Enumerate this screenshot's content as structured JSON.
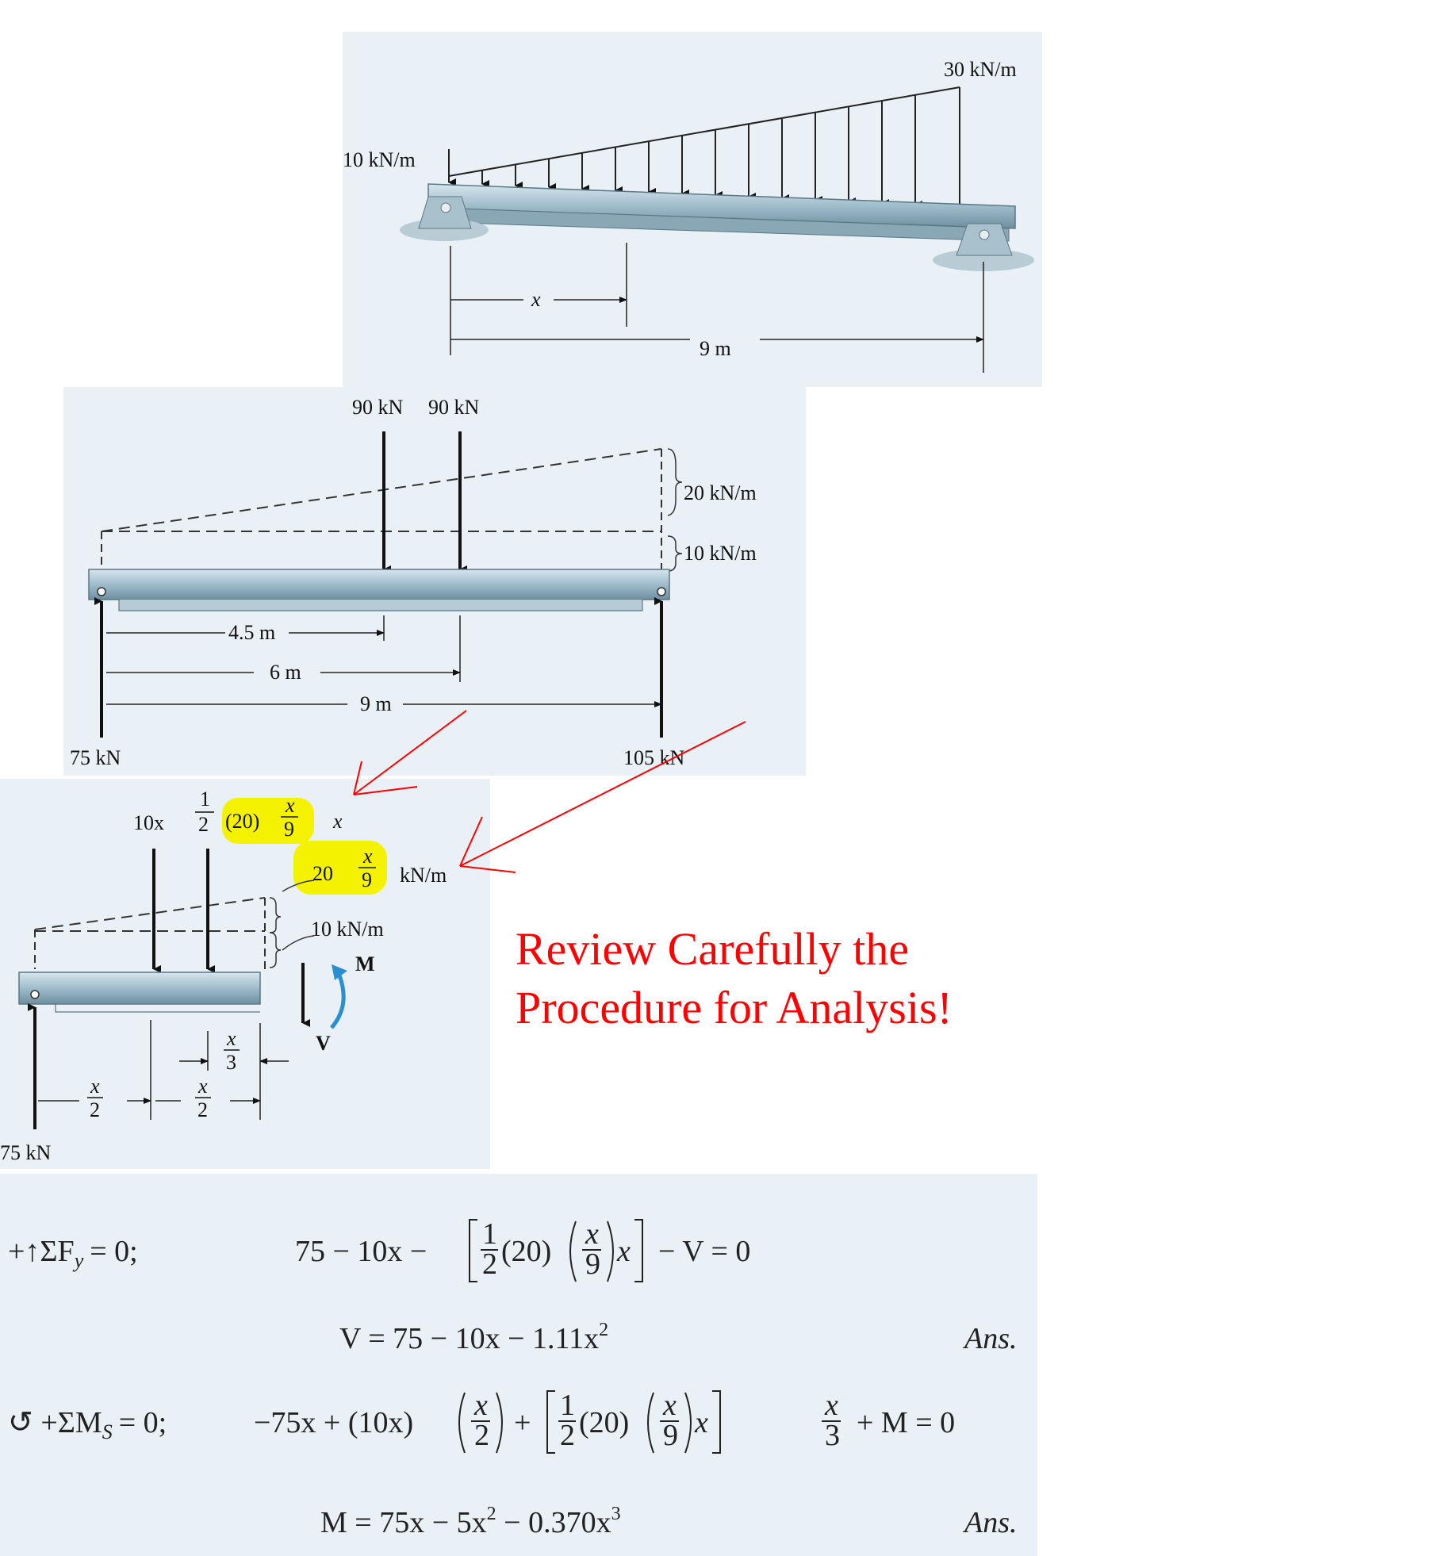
{
  "figure1": {
    "load_left": "10 kN/m",
    "load_right": "30 kN/m",
    "dim_x": "x",
    "dim_span": "9 m"
  },
  "figure2": {
    "force_a": "90 kN",
    "force_b": "90 kN",
    "load_upper": "20 kN/m",
    "load_lower": "10 kN/m",
    "dim_1": "4.5 m",
    "dim_2": "6 m",
    "dim_3": "9 m",
    "reaction_left": "75 kN",
    "reaction_right": "105 kN"
  },
  "figure3": {
    "force_rect": "10x",
    "force_tri_half": "1",
    "force_tri_two": "2",
    "force_tri_twenty": "(20)",
    "force_tri_x": "x",
    "force_tri_nine": "9",
    "force_tri_tail": "x",
    "load_tri_twenty": "20",
    "load_tri_x": "x",
    "load_tri_nine": "9",
    "load_tri_unit": "kN/m",
    "load_rect": "10 kN/m",
    "moment": "M",
    "shear": "V",
    "dim_x": "x",
    "dim_2": "2",
    "dim_3": "3",
    "reaction": "75 kN"
  },
  "review_text": {
    "line1": "Review Carefully the",
    "line2": "Procedure for Analysis!"
  },
  "equations": {
    "eq1_label": "+↑ΣF",
    "eq1_label_sub": "y",
    "eq1_label_tail": "= 0;",
    "eq1_a": "75 − 10x −",
    "eq1_one": "1",
    "eq1_two": "2",
    "eq1_twenty": "(20)",
    "eq1_x": "x",
    "eq1_nine": "9",
    "eq1_xtail": "x",
    "eq1_tail": "− V = 0",
    "eq2": "V = 75 − 10x − 1.11x",
    "eq2_sup": "2",
    "ans1": "Ans.",
    "eq3_label": "↺ +ΣM",
    "eq3_label_sub": "S",
    "eq3_label_tail": "= 0;",
    "eq3_a": "−75x + (10x)",
    "eq3_x1": "x",
    "eq3_two1": "2",
    "eq3_plus": "+",
    "eq3_one": "1",
    "eq3_two2": "2",
    "eq3_twenty": "(20)",
    "eq3_x2": "x",
    "eq3_nine": "9",
    "eq3_xtail": "x",
    "eq3_x3": "x",
    "eq3_three": "3",
    "eq3_tail": "+ M = 0",
    "eq4": "M = 75x − 5x",
    "eq4_sup1": "2",
    "eq4_mid": " − 0.370x",
    "eq4_sup2": "3",
    "ans2": "Ans."
  },
  "colors": {
    "annotation": "#ff0000",
    "highlight": "#f5f200",
    "panel": "#e9f1f7",
    "moment_arrow": "#2a8fd0"
  }
}
